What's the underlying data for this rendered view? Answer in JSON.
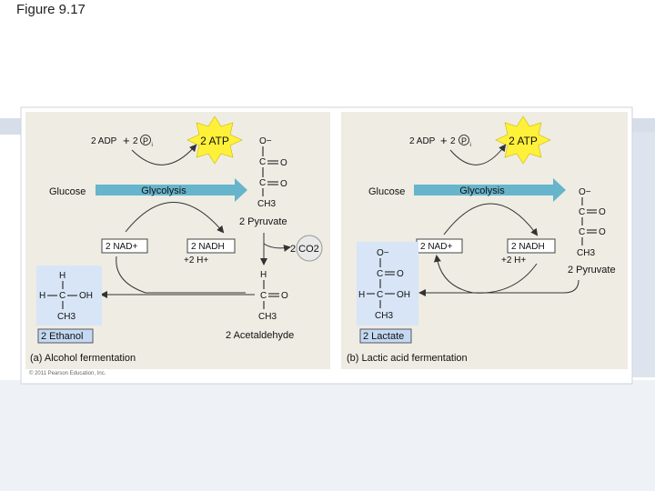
{
  "slide": {
    "title": "Figure 9.17",
    "credit": "© 2011 Pearson Education, Inc."
  },
  "colors": {
    "background_bar": "#dbe3ee",
    "panel_bg": "#efece3",
    "arrow": "#66b5cc",
    "burst": "#fff13a",
    "molecule_box": "#d7e5f6",
    "label_box": "#c4d9f2"
  },
  "panel_a": {
    "caption": "(a) Alcohol fermentation",
    "adp": "2 ADP",
    "plus": "+",
    "two": "2",
    "pi": "P",
    "pi_sub": "i",
    "atp": "2 ATP",
    "glucose": "Glucose",
    "glycolysis": "Glycolysis",
    "pyruvate": "2 Pyruvate",
    "nad": "2 NAD+",
    "nadh": "2 NADH",
    "h_plus": "+2 H+",
    "co2": "2 CO2",
    "acetaldehyde": "2 Acetaldehyde",
    "ethanol": "2 Ethanol"
  },
  "panel_b": {
    "caption": "(b) Lactic acid fermentation",
    "adp": "2 ADP",
    "plus": "+",
    "two": "2",
    "pi": "P",
    "pi_sub": "i",
    "atp": "2 ATP",
    "glucose": "Glucose",
    "glycolysis": "Glycolysis",
    "pyruvate": "2 Pyruvate",
    "nad": "2 NAD+",
    "nadh": "2 NADH",
    "h_plus": "+2 H+",
    "lactate": "2 Lactate"
  },
  "atoms": {
    "o": "O",
    "o_minus": "O−",
    "c": "C",
    "h": "H",
    "oh": "OH",
    "ch3": "CH3",
    "dash": "—",
    "eq": "═",
    "minus": "−"
  }
}
